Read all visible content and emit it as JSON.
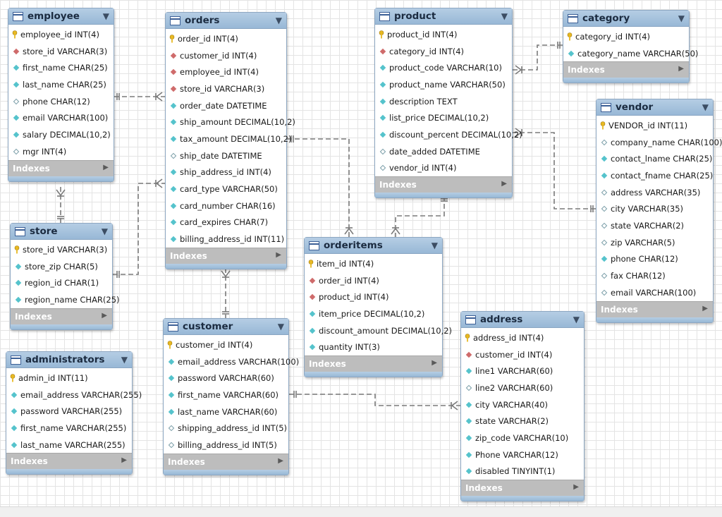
{
  "colors": {
    "header": "#a9c4e0",
    "indexes_bar": "#bdbdbd",
    "pk": "#e8b923",
    "fk": "#cf6b6b",
    "not_null": "#55c3cc",
    "nullable": "#ffffff",
    "line": "#7a7a7a"
  },
  "icons": {
    "table": "table-icon",
    "collapse": "chevron-down-icon",
    "expand": "chevron-right-icon",
    "primary_key": "key-icon",
    "foreign_key": "red-diamond-icon",
    "not_null": "teal-diamond-icon",
    "nullable": "hollow-diamond-icon"
  },
  "entities": [
    {
      "id": "employee",
      "name": "employee",
      "indexes_label": "Indexes",
      "columns": [
        {
          "text": "employee_id INT(4)",
          "kind": "pk"
        },
        {
          "text": "store_id VARCHAR(3)",
          "kind": "fk"
        },
        {
          "text": "first_name CHAR(25)",
          "kind": "nn"
        },
        {
          "text": "last_name CHAR(25)",
          "kind": "nn"
        },
        {
          "text": "phone CHAR(12)",
          "kind": "op"
        },
        {
          "text": "email VARCHAR(100)",
          "kind": "nn"
        },
        {
          "text": "salary DECIMAL(10,2)",
          "kind": "nn"
        },
        {
          "text": "mgr INT(4)",
          "kind": "op"
        }
      ]
    },
    {
      "id": "orders",
      "name": "orders",
      "indexes_label": "Indexes",
      "columns": [
        {
          "text": "order_id INT(4)",
          "kind": "pk"
        },
        {
          "text": "customer_id INT(4)",
          "kind": "fk"
        },
        {
          "text": "employee_id INT(4)",
          "kind": "fk"
        },
        {
          "text": "store_id VARCHAR(3)",
          "kind": "fk"
        },
        {
          "text": "order_date DATETIME",
          "kind": "nn"
        },
        {
          "text": "ship_amount DECIMAL(10,2)",
          "kind": "nn"
        },
        {
          "text": "tax_amount DECIMAL(10,2)",
          "kind": "nn"
        },
        {
          "text": "ship_date DATETIME",
          "kind": "op"
        },
        {
          "text": "ship_address_id INT(4)",
          "kind": "nn"
        },
        {
          "text": "card_type VARCHAR(50)",
          "kind": "nn"
        },
        {
          "text": "card_number CHAR(16)",
          "kind": "nn"
        },
        {
          "text": "card_expires CHAR(7)",
          "kind": "nn"
        },
        {
          "text": "billing_address_id INT(11)",
          "kind": "nn"
        }
      ]
    },
    {
      "id": "product",
      "name": "product",
      "indexes_label": "Indexes",
      "columns": [
        {
          "text": "product_id INT(4)",
          "kind": "pk"
        },
        {
          "text": "category_id INT(4)",
          "kind": "fk"
        },
        {
          "text": "product_code VARCHAR(10)",
          "kind": "nn"
        },
        {
          "text": "product_name VARCHAR(50)",
          "kind": "nn"
        },
        {
          "text": "description TEXT",
          "kind": "nn"
        },
        {
          "text": "list_price DECIMAL(10,2)",
          "kind": "nn"
        },
        {
          "text": "discount_percent DECIMAL(10,2)",
          "kind": "nn"
        },
        {
          "text": "date_added DATETIME",
          "kind": "op"
        },
        {
          "text": "vendor_id INT(4)",
          "kind": "op"
        }
      ]
    },
    {
      "id": "category",
      "name": "category",
      "indexes_label": "Indexes",
      "columns": [
        {
          "text": "category_id INT(4)",
          "kind": "pk"
        },
        {
          "text": "category_name VARCHAR(50)",
          "kind": "nn"
        }
      ]
    },
    {
      "id": "vendor",
      "name": "vendor",
      "indexes_label": "Indexes",
      "columns": [
        {
          "text": "VENDOR_id INT(11)",
          "kind": "pk"
        },
        {
          "text": "company_name CHAR(100)",
          "kind": "op"
        },
        {
          "text": "contact_lname CHAR(25)",
          "kind": "nn"
        },
        {
          "text": "contact_fname CHAR(25)",
          "kind": "nn"
        },
        {
          "text": "address VARCHAR(35)",
          "kind": "op"
        },
        {
          "text": "city VARCHAR(35)",
          "kind": "op"
        },
        {
          "text": "state VARCHAR(2)",
          "kind": "op"
        },
        {
          "text": "zip VARCHAR(5)",
          "kind": "op"
        },
        {
          "text": "phone CHAR(12)",
          "kind": "nn"
        },
        {
          "text": "fax CHAR(12)",
          "kind": "op"
        },
        {
          "text": "email VARCHAR(100)",
          "kind": "op"
        }
      ]
    },
    {
      "id": "store",
      "name": "store",
      "indexes_label": "Indexes",
      "columns": [
        {
          "text": "store_id VARCHAR(3)",
          "kind": "pk"
        },
        {
          "text": "store_zip CHAR(5)",
          "kind": "nn"
        },
        {
          "text": "region_id CHAR(1)",
          "kind": "nn"
        },
        {
          "text": "region_name CHAR(25)",
          "kind": "nn"
        }
      ]
    },
    {
      "id": "orderitems",
      "name": "orderitems",
      "indexes_label": "Indexes",
      "columns": [
        {
          "text": "item_id INT(4)",
          "kind": "pk"
        },
        {
          "text": "order_id INT(4)",
          "kind": "fk"
        },
        {
          "text": "product_id INT(4)",
          "kind": "fk"
        },
        {
          "text": "item_price DECIMAL(10,2)",
          "kind": "nn"
        },
        {
          "text": "discount_amount DECIMAL(10,2)",
          "kind": "nn"
        },
        {
          "text": "quantity INT(3)",
          "kind": "nn"
        }
      ]
    },
    {
      "id": "customer",
      "name": "customer",
      "indexes_label": "Indexes",
      "columns": [
        {
          "text": "customer_id INT(4)",
          "kind": "pk"
        },
        {
          "text": "email_address VARCHAR(100)",
          "kind": "nn"
        },
        {
          "text": "password VARCHAR(60)",
          "kind": "nn"
        },
        {
          "text": "first_name VARCHAR(60)",
          "kind": "nn"
        },
        {
          "text": "last_name VARCHAR(60)",
          "kind": "nn"
        },
        {
          "text": "shipping_address_id INT(5)",
          "kind": "op"
        },
        {
          "text": "billing_address_id INT(5)",
          "kind": "op"
        }
      ]
    },
    {
      "id": "administrators",
      "name": "administrators",
      "indexes_label": "Indexes",
      "columns": [
        {
          "text": "admin_id INT(11)",
          "kind": "pk"
        },
        {
          "text": "email_address VARCHAR(255)",
          "kind": "nn"
        },
        {
          "text": "password VARCHAR(255)",
          "kind": "nn"
        },
        {
          "text": "first_name VARCHAR(255)",
          "kind": "nn"
        },
        {
          "text": "last_name VARCHAR(255)",
          "kind": "nn"
        }
      ]
    },
    {
      "id": "address",
      "name": "address",
      "indexes_label": "Indexes",
      "columns": [
        {
          "text": "address_id INT(4)",
          "kind": "pk"
        },
        {
          "text": "customer_id INT(4)",
          "kind": "fk"
        },
        {
          "text": "line1 VARCHAR(60)",
          "kind": "nn"
        },
        {
          "text": "line2 VARCHAR(60)",
          "kind": "op"
        },
        {
          "text": "city VARCHAR(40)",
          "kind": "nn"
        },
        {
          "text": "state VARCHAR(2)",
          "kind": "nn"
        },
        {
          "text": "zip_code VARCHAR(10)",
          "kind": "nn"
        },
        {
          "text": "Phone VARCHAR(12)",
          "kind": "nn"
        },
        {
          "text": "disabled TINYINT(1)",
          "kind": "nn"
        }
      ]
    }
  ],
  "relationships": [
    {
      "id": "employee-orders",
      "from": "employee",
      "to": "orders"
    },
    {
      "id": "employee-store",
      "from": "employee",
      "to": "store"
    },
    {
      "id": "store-orders",
      "from": "store",
      "to": "orders"
    },
    {
      "id": "orders-customer",
      "from": "orders",
      "to": "customer"
    },
    {
      "id": "orders-orderitems",
      "from": "orders",
      "to": "orderitems"
    },
    {
      "id": "product-orderitems",
      "from": "product",
      "to": "orderitems"
    },
    {
      "id": "category-product",
      "from": "category",
      "to": "product"
    },
    {
      "id": "vendor-product",
      "from": "vendor",
      "to": "product"
    },
    {
      "id": "customer-address",
      "from": "customer",
      "to": "address"
    }
  ]
}
